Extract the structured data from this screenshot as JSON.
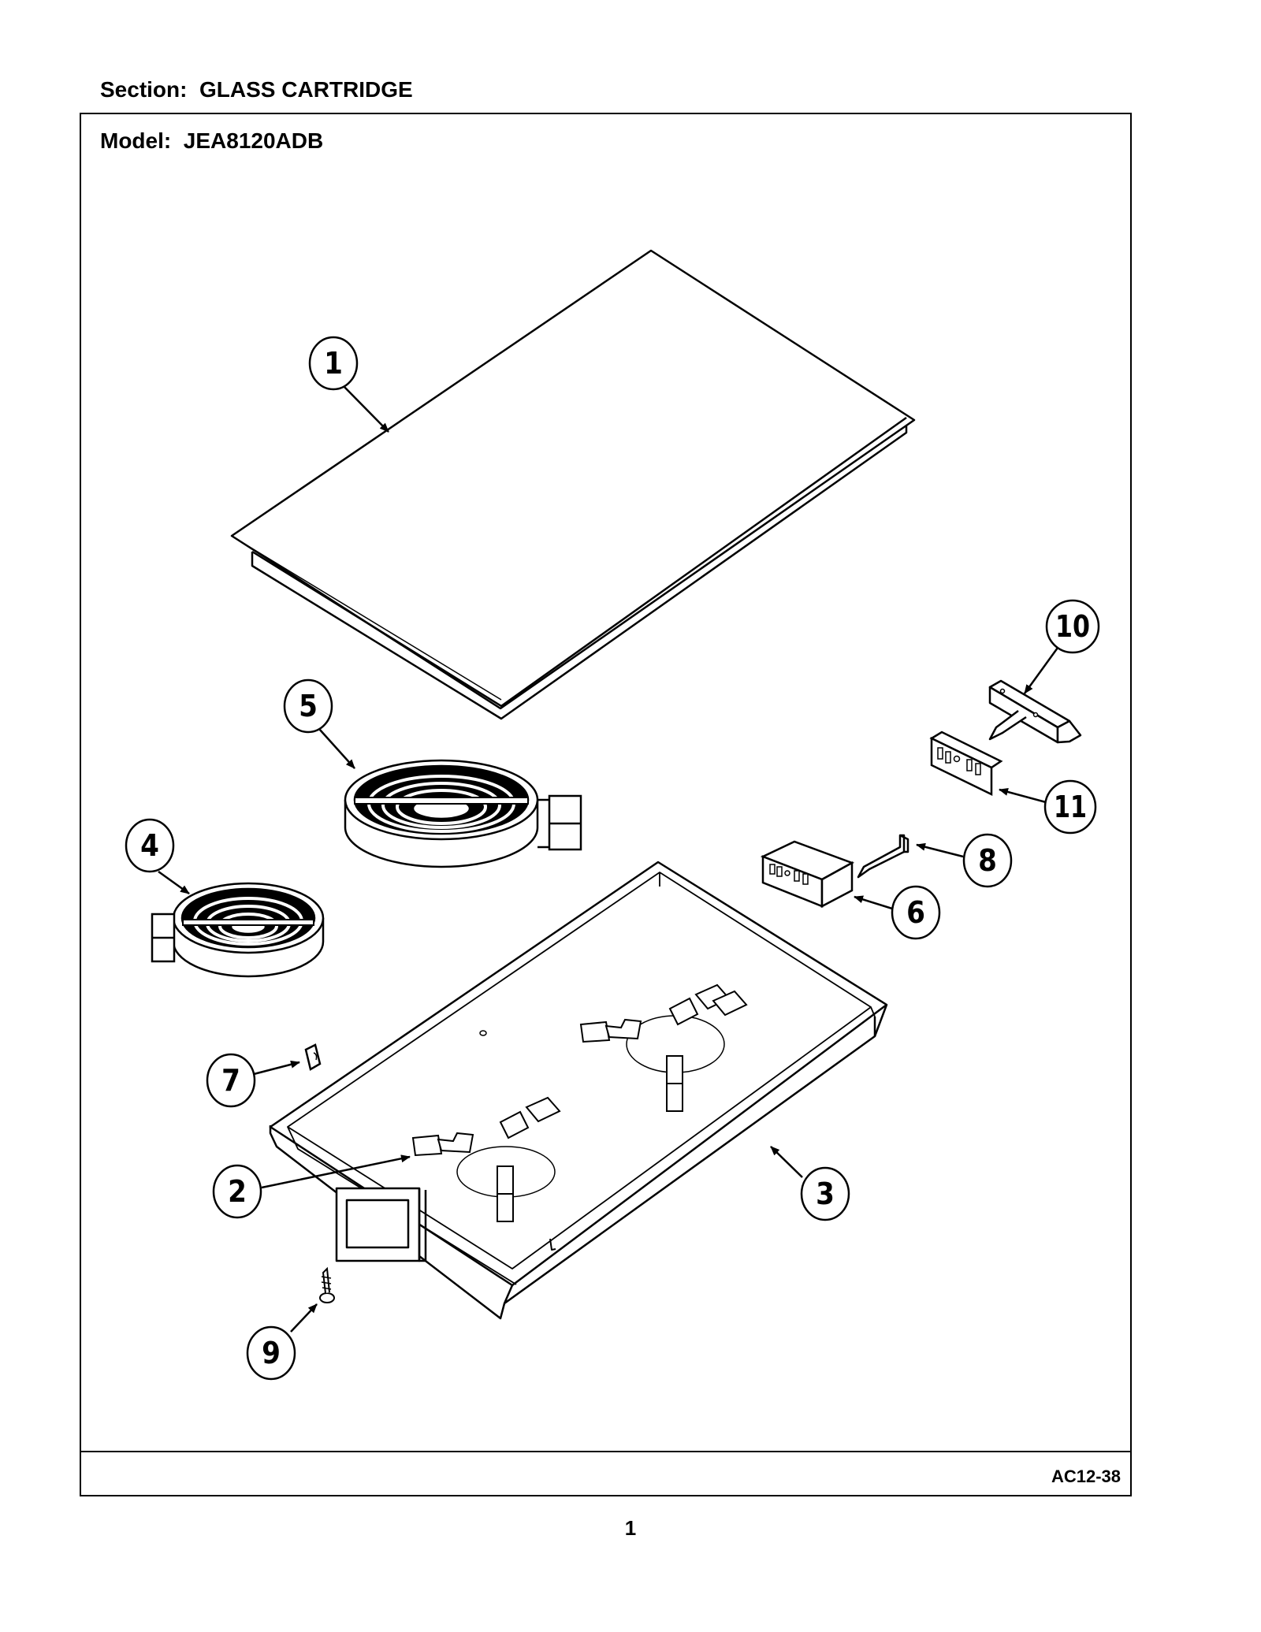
{
  "header": {
    "section_label": "Section:",
    "section_value": "GLASS CARTRIDGE",
    "model_label": "Model:",
    "model_value": "JEA8120ADB"
  },
  "footer": {
    "drawing_code": "AC12-38",
    "page_number": "1"
  },
  "callouts": [
    "1",
    "2",
    "3",
    "4",
    "5",
    "6",
    "7",
    "8",
    "9",
    "10",
    "11"
  ],
  "colors": {
    "line": "#000000",
    "background": "#ffffff",
    "element_fill": "#000000"
  }
}
